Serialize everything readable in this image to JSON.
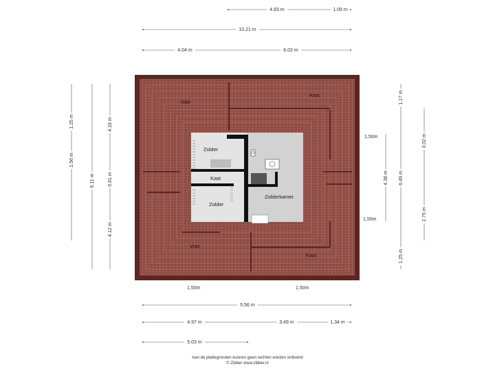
{
  "colors": {
    "roof": "#8c4a42",
    "roof_edge": "#5e2521",
    "room_light": "#e4e4e4",
    "room_mid": "#d2d2d2",
    "wall": "#111111",
    "dim_line": "#555555"
  },
  "dimensions": {
    "top_4_83": "4.83 m",
    "top_1_09": "1.09 m",
    "top_10_21": "10.21 m",
    "top_4_04": "4.04 m",
    "top_6_02": "6.02 m",
    "left_1_56": "1.56 m",
    "left_1_25": "1.25 m",
    "left_9_11": "9.11 m",
    "left_4_18": "4.18 m",
    "left_0_61": "0.61 m",
    "left_4_12": "4.12 m",
    "right_1_17": "1.17 m",
    "right_3_02": "3.02 m",
    "right_4_38": "4.38 m",
    "right_6_49": "6.49 m",
    "right_2_75": "2.75 m",
    "right_1_25": "1.25 m",
    "bottom_5_56": "5.56 m",
    "bottom_4_97": "4.97 m",
    "bottom_3_49": "3.49 m",
    "bottom_1_34": "1.34 m",
    "bottom_5_03": "5.03 m"
  },
  "heights": {
    "right_upper": "1,50m",
    "right_lower": "1,50m",
    "bottom_left": "1,50m",
    "bottom_right": "1,50m"
  },
  "rooms": {
    "vide_top": "Vide",
    "kast_top": "Kast",
    "zolder_top": "Zolder",
    "kast_mid": "Kast",
    "zolder_bottom": "Zolder",
    "zolderkamer": "Zolderkamer",
    "vide_bottom": "Vide",
    "kast_bottom": "Kast"
  },
  "footer": {
    "disclaimer": "Aan de plattegronden kunnen geen rechten worden ontleend",
    "credit": "© Zibber www.zibber.nl"
  }
}
